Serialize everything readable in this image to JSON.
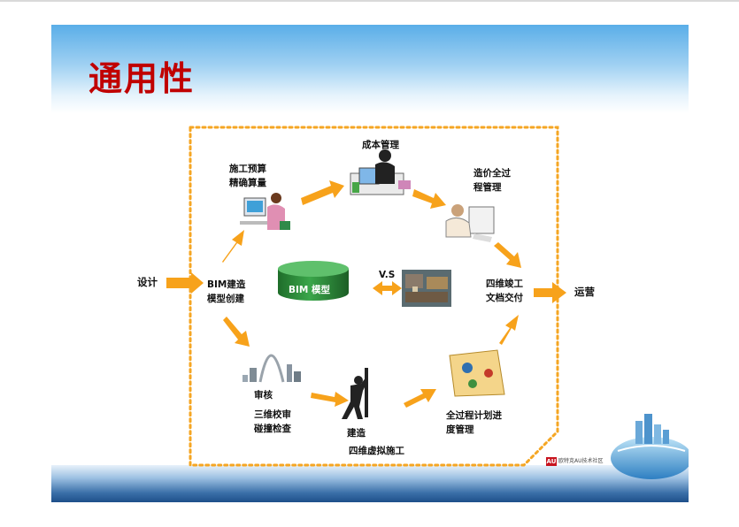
{
  "slide": {
    "title": "通用性"
  },
  "diagram": {
    "nodes": {
      "design": "设计",
      "bim_build": [
        "BIM建造",
        "模型创建"
      ],
      "construction_budget": [
        "施工预算",
        "精确算量"
      ],
      "cost_management": "成本管理",
      "cost_whole_process": [
        "造价全过",
        "程管理"
      ],
      "bim_model": "BIM 模型",
      "vs": "V.S",
      "completion_docs": [
        "四维竣工",
        "文档交付"
      ],
      "operation": "运营",
      "review": [
        "审核",
        "三维校审",
        "碰撞检查"
      ],
      "build": [
        "建造",
        "四维虚拟施工"
      ],
      "progress_management": [
        "全过程计划进",
        "度管理"
      ]
    },
    "colors": {
      "arrow": "#f7a21b",
      "dotted_border": "#f5a623",
      "cylinder": "#2e8b3a"
    }
  },
  "branding": {
    "logo_mark": "AU",
    "logo_text": "欧特克AU技术社区"
  }
}
